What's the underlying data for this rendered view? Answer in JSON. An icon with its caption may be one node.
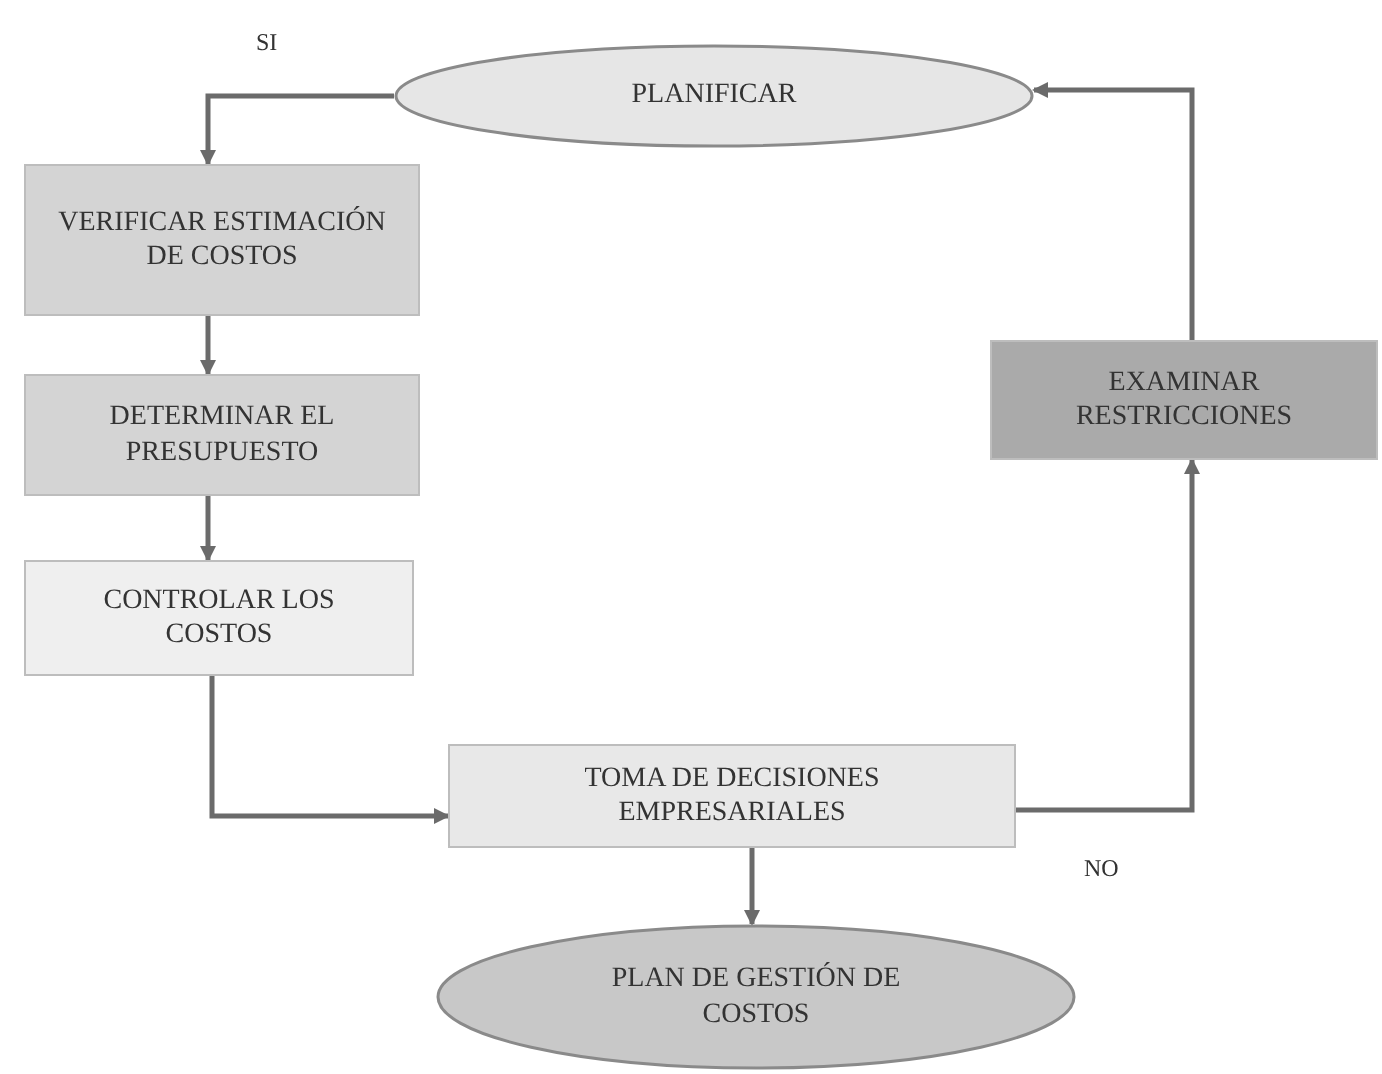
{
  "diagram": {
    "nodes": [
      {
        "text": [
          "PLANIFICAR"
        ]
      },
      {
        "text": [
          "VERIFICAR ESTIMACIÓN DE COSTOS"
        ]
      },
      {
        "text": [
          "DETERMINAR EL PRESUPUESTO"
        ]
      },
      {
        "text": [
          "CONTROLAR LOS COSTOS"
        ]
      },
      {
        "text": [
          "TOMA DE DECISIONES EMPRESARIALES"
        ]
      },
      {
        "text": [
          "PLAN DE GESTIÓN DE COSTOS"
        ]
      },
      {
        "text": [
          "EXAMINAR RESTRICCIONES"
        ]
      }
    ],
    "edges": [
      {
        "from": 0,
        "to": 1,
        "arrow": "to"
      },
      {
        "from": 1,
        "to": 2,
        "arrow": "to"
      },
      {
        "from": 2,
        "to": 3,
        "arrow": "to"
      },
      {
        "from": 3,
        "to": 4,
        "arrow": "to"
      },
      {
        "from": 4,
        "to": 5,
        "arrow": "to"
      },
      {
        "from": 4,
        "to": 6,
        "arrow": "to"
      },
      {
        "from": 6,
        "to": 0,
        "arrow": "to"
      }
    ],
    "labels": [
      "SI",
      "NO"
    ]
  }
}
